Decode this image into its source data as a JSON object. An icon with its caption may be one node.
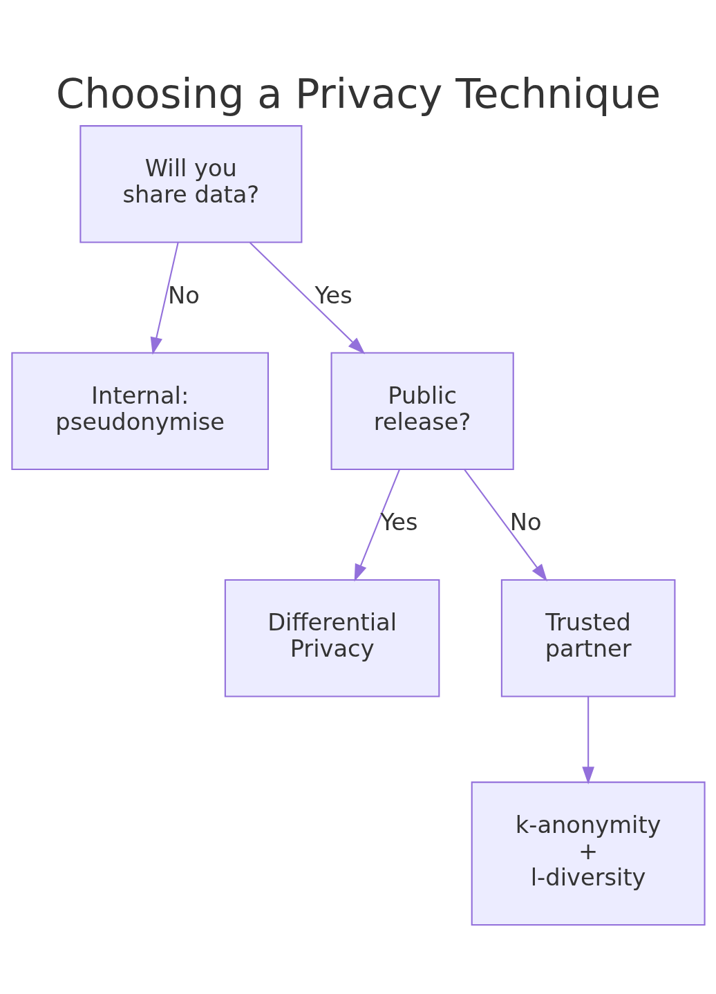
{
  "diagram": {
    "title": "Choosing a Privacy Technique",
    "nodes": [
      {
        "text": [
          "Will you share data?"
        ]
      },
      {
        "text": [
          "Internal: pseudonymise"
        ]
      },
      {
        "text": [
          "Public release?"
        ]
      },
      {
        "text": [
          "Differential Privacy"
        ]
      },
      {
        "text": [
          "Trusted partner"
        ]
      },
      {
        "text": [
          "k-anonymity + l-diversity"
        ]
      }
    ],
    "edges": [
      {
        "from": 0,
        "to": 1,
        "arrow": "to",
        "label": "No"
      },
      {
        "from": 0,
        "to": 2,
        "arrow": "to",
        "label": "Yes"
      },
      {
        "from": 2,
        "to": 3,
        "arrow": "to",
        "label": "Yes"
      },
      {
        "from": 2,
        "to": 4,
        "arrow": "to",
        "label": "No"
      },
      {
        "from": 4,
        "to": 5,
        "arrow": "to"
      }
    ]
  }
}
